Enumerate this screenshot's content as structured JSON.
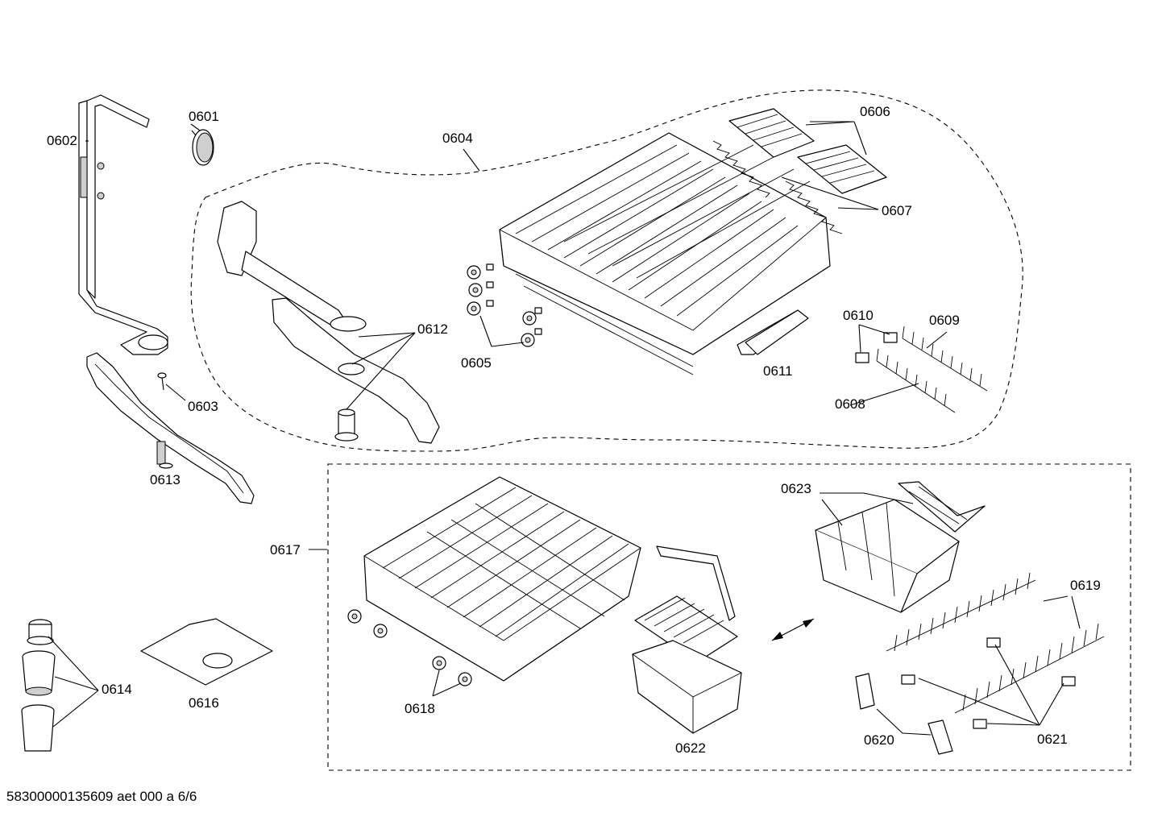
{
  "labels": {
    "p0601": "0601",
    "p0602": "0602",
    "p0603": "0603",
    "p0604": "0604",
    "p0605": "0605",
    "p0606": "0606",
    "p0607": "0607",
    "p0608": "0608",
    "p0609": "0609",
    "p0610": "0610",
    "p0611": "0611",
    "p0612": "0612",
    "p0613": "0613",
    "p0614": "0614",
    "p0616": "0616",
    "p0617": "0617",
    "p0618": "0618",
    "p0619": "0619",
    "p0620": "0620",
    "p0621": "0621",
    "p0622": "0622",
    "p0623": "0623"
  },
  "footer": "58300000135609 aet 000 a 6/6"
}
